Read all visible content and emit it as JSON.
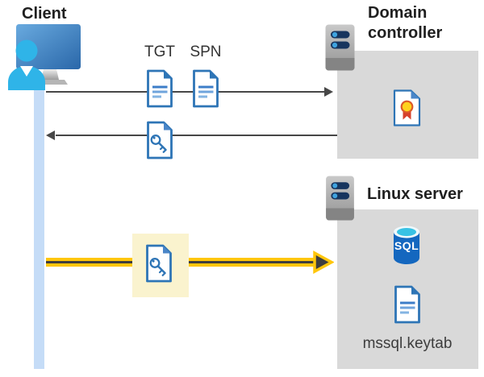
{
  "diagram": {
    "client": {
      "label": "Client"
    },
    "domain_controller": {
      "label_line1": "Domain",
      "label_line2": "controller"
    },
    "linux_server": {
      "label": "Linux server"
    },
    "labels": {
      "tgt": "TGT",
      "spn": "SPN",
      "sql": "SQL",
      "keytab_file": "mssql.keytab"
    },
    "colors": {
      "doc_blue": "#2E75B6",
      "box_gray": "#D9D9D9",
      "lifeline_blue": "#C5DCF7",
      "arrow_dark": "#474747",
      "arrow_yellow": "#FFC60B",
      "highlight_yellow": "#FAF3CE",
      "sql_blue": "#1467BF",
      "person_cyan": "#2FB4E8",
      "cert_red": "#D6402B",
      "cert_gold": "#FFD21E"
    }
  }
}
